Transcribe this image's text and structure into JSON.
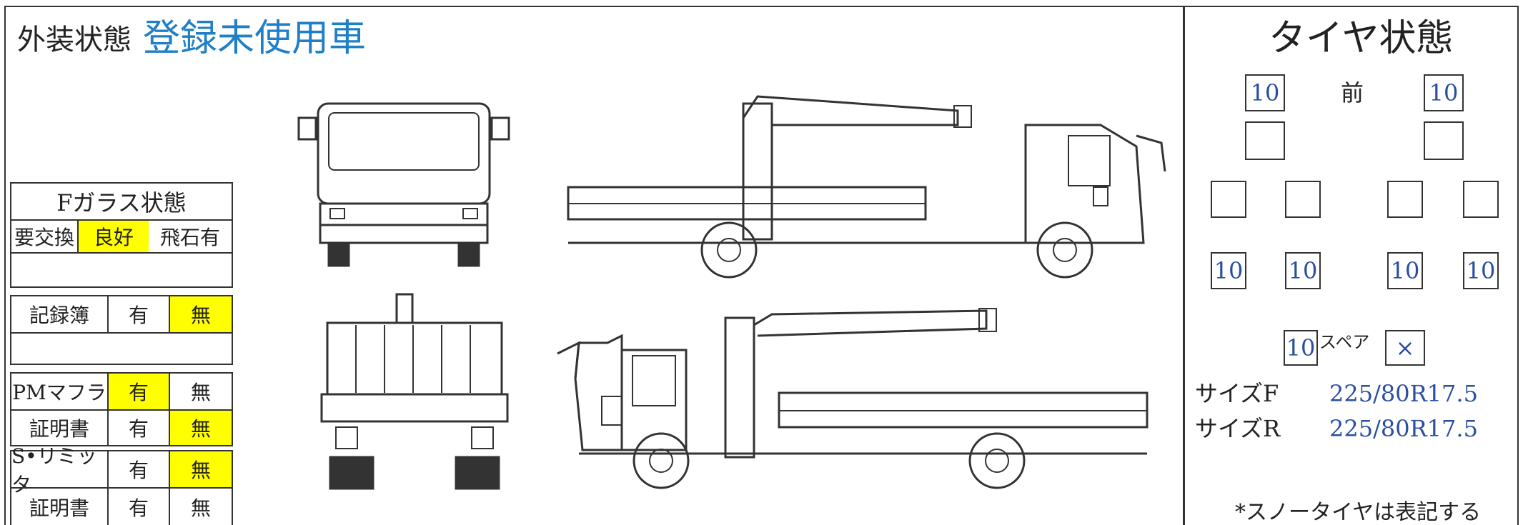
{
  "header": {
    "label": "外装状態",
    "value": "登録未使用車"
  },
  "glass": {
    "title": "Fガラス状態",
    "options": [
      "要交換",
      "良好",
      "飛石有"
    ],
    "selected": "良好"
  },
  "record_book": {
    "label": "記録簿",
    "yes": "有",
    "no": "無",
    "selected": "無"
  },
  "pm_muffler": {
    "label": "PMマフラ",
    "yes": "有",
    "no": "無",
    "selected": "有"
  },
  "pm_certificate": {
    "label": "証明書",
    "yes": "有",
    "no": "無",
    "selected": "無"
  },
  "speed_limiter": {
    "label": "S•リミッタ",
    "yes": "有",
    "no": "無",
    "selected": "無"
  },
  "limiter_certificate": {
    "label": "証明書",
    "yes": "有",
    "no": "無",
    "selected": ""
  },
  "tires": {
    "title": "タイヤ状態",
    "front_label": "前",
    "front_left": "10",
    "front_right": "10",
    "rear_values": [
      "10",
      "10",
      "10",
      "10"
    ],
    "spare_value": "10",
    "spare_label": "スペア",
    "spare_mark": "×",
    "size_f_label": "サイズF",
    "size_f_value": "225/80R17.5",
    "size_r_label": "サイズR",
    "size_r_value": "225/80R17.5",
    "note": "*スノータイヤは表記する"
  },
  "colors": {
    "highlight": "#ffff00",
    "accent_blue": "#1f7fc7",
    "value_blue": "#2a4fa0"
  }
}
